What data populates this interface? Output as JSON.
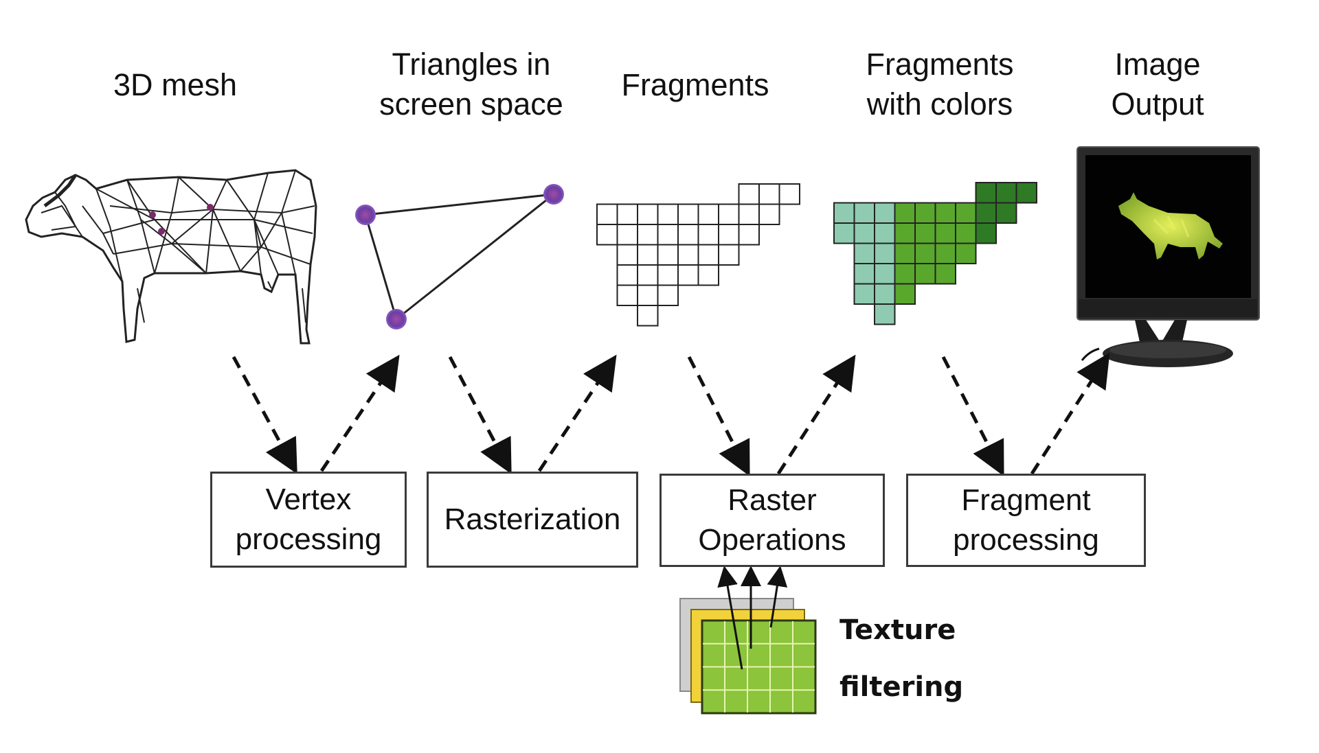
{
  "title": "Graphics rendering pipeline",
  "stages": [
    {
      "id": "mesh",
      "label_lines": [
        "3D mesh"
      ]
    },
    {
      "id": "triangles",
      "label_lines": [
        "Triangles in",
        "screen space"
      ]
    },
    {
      "id": "fragments",
      "label_lines": [
        "Fragments"
      ]
    },
    {
      "id": "colored-fragments",
      "label_lines": [
        "Fragments",
        "with colors"
      ]
    },
    {
      "id": "image-output",
      "label_lines": [
        "Image",
        "Output"
      ]
    }
  ],
  "processes": [
    {
      "id": "vertex-processing",
      "label_lines": [
        "Vertex",
        "processing"
      ]
    },
    {
      "id": "rasterization",
      "label_lines": [
        "Rasterization"
      ]
    },
    {
      "id": "raster-operations",
      "label_lines": [
        "Raster",
        "Operations"
      ]
    },
    {
      "id": "fragment-processing",
      "label_lines": [
        "Fragment",
        "processing"
      ]
    }
  ],
  "texture": {
    "label_lines": [
      "Texture",
      "filtering"
    ]
  },
  "colors": {
    "vertex": "#6a3fa0",
    "vertex_rim": "#8e5cc8",
    "fragment_light": "#8fcbb0",
    "fragment_mid": "#5aa72e",
    "fragment_dark": "#2f7a25",
    "texture_green": "#8cc43c",
    "texture_yellow": "#f2d23a",
    "texture_gray": "#c8c8c8",
    "monitor_cow": "#b8d83a"
  }
}
